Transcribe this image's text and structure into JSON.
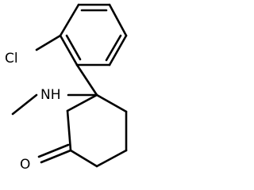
{
  "structure": {
    "atoms": {
      "chlorine": "Cl",
      "amine": "NH",
      "oxygen": "O"
    }
  }
}
